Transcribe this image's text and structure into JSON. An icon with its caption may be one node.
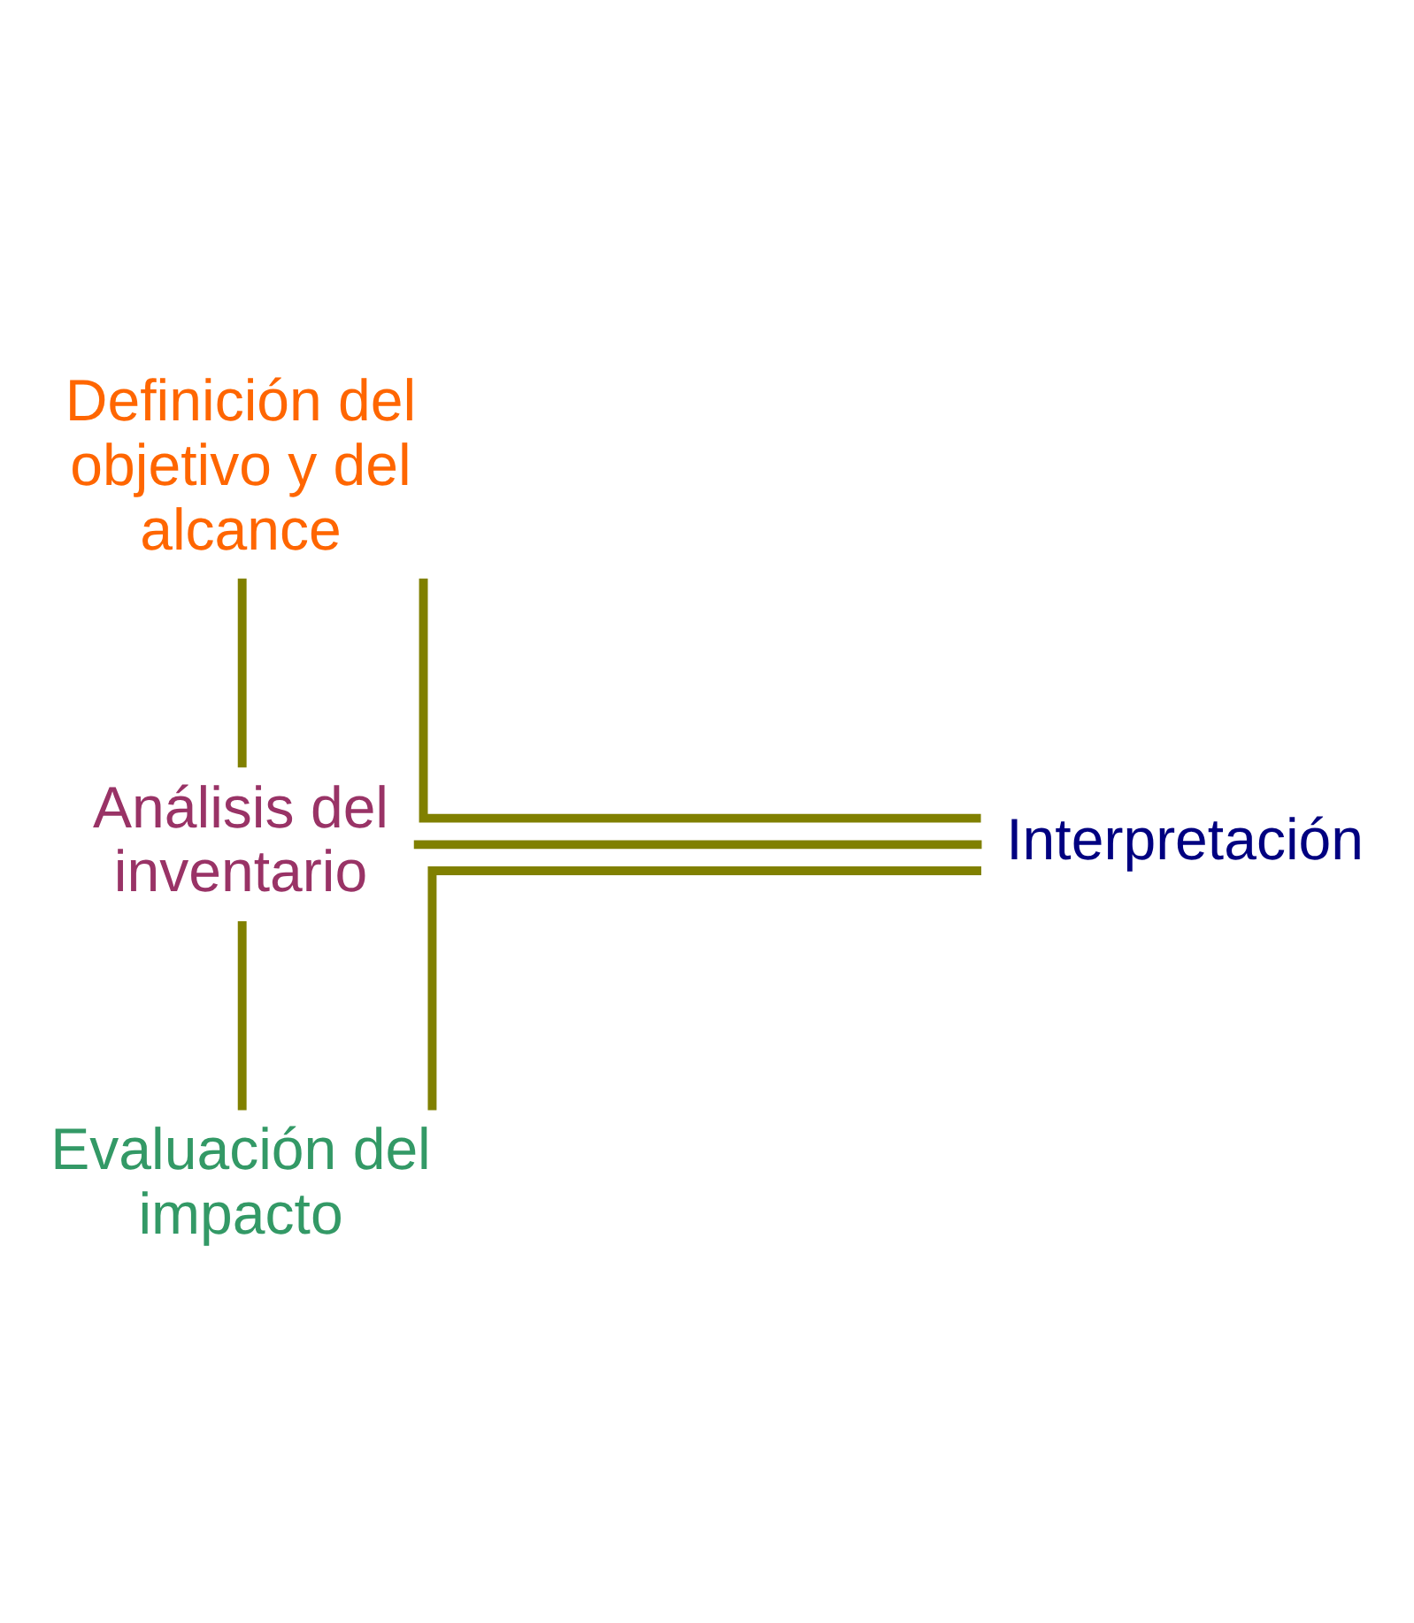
{
  "diagram": {
    "nodes": [
      {
        "text": [
          "Definición del objetivo y del alcance"
        ]
      },
      {
        "text": [
          "Análisis del inventario"
        ]
      },
      {
        "text": [
          "Evaluación del impacto"
        ]
      },
      {
        "text": [
          "Interpretación"
        ]
      }
    ],
    "edges": [
      {
        "from": 0,
        "to": 1,
        "arrow": "none"
      },
      {
        "from": 1,
        "to": 2,
        "arrow": "none"
      },
      {
        "from": 0,
        "to": 3,
        "arrow": "none"
      },
      {
        "from": 1,
        "to": 3,
        "arrow": "none"
      },
      {
        "from": 2,
        "to": 3,
        "arrow": "none"
      }
    ]
  }
}
